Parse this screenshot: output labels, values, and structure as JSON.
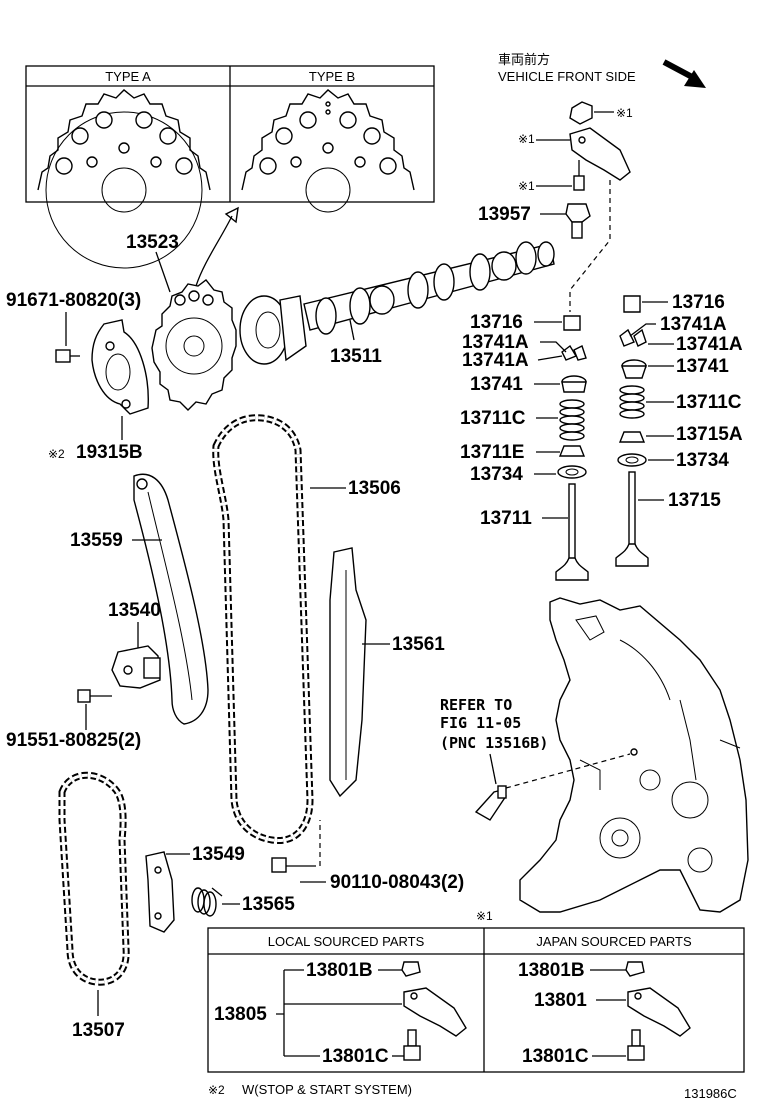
{
  "diagram_id": "131986C",
  "direction": {
    "jp": "車両前方",
    "en": "VEHICLE FRONT SIDE"
  },
  "type_box": {
    "type_a": "TYPE A",
    "type_b": "TYPE B"
  },
  "marks": {
    "m1": "※1",
    "m2": "※2"
  },
  "parts": {
    "p13523": "13523",
    "p91671": "91671-80820(3)",
    "p19315b": "19315B",
    "p13511": "13511",
    "p13957": "13957",
    "p13716_l": "13716",
    "p13741a_l1": "13741A",
    "p13741a_l2": "13741A",
    "p13741_l": "13741",
    "p13711c_l": "13711C",
    "p13711e": "13711E",
    "p13734_l": "13734",
    "p13711": "13711",
    "p13716_r": "13716",
    "p13741a_r1": "13741A",
    "p13741a_r2": "13741A",
    "p13741_r": "13741",
    "p13711c_r": "13711C",
    "p13715a": "13715A",
    "p13734_r": "13734",
    "p13715": "13715",
    "p13506": "13506",
    "p13559": "13559",
    "p13540": "13540",
    "p91551": "91551-80825(2)",
    "p13561": "13561",
    "p13549": "13549",
    "p13565": "13565",
    "p90110": "90110-08043(2)",
    "p13507": "13507"
  },
  "refer": {
    "line1": "REFER TO",
    "line2": "FIG 11-05",
    "line3": "(PNC 13516B)"
  },
  "bottom_table": {
    "note_mark": "※1",
    "local_header": "LOCAL SOURCED PARTS",
    "japan_header": "JAPAN SOURCED PARTS",
    "local_13801b": "13801B",
    "local_13805": "13805",
    "local_13801c": "13801C",
    "japan_13801b": "13801B",
    "japan_13801": "13801",
    "japan_13801c": "13801C"
  },
  "footnote": {
    "mark": "※2",
    "text": "W(STOP & START SYSTEM)"
  }
}
